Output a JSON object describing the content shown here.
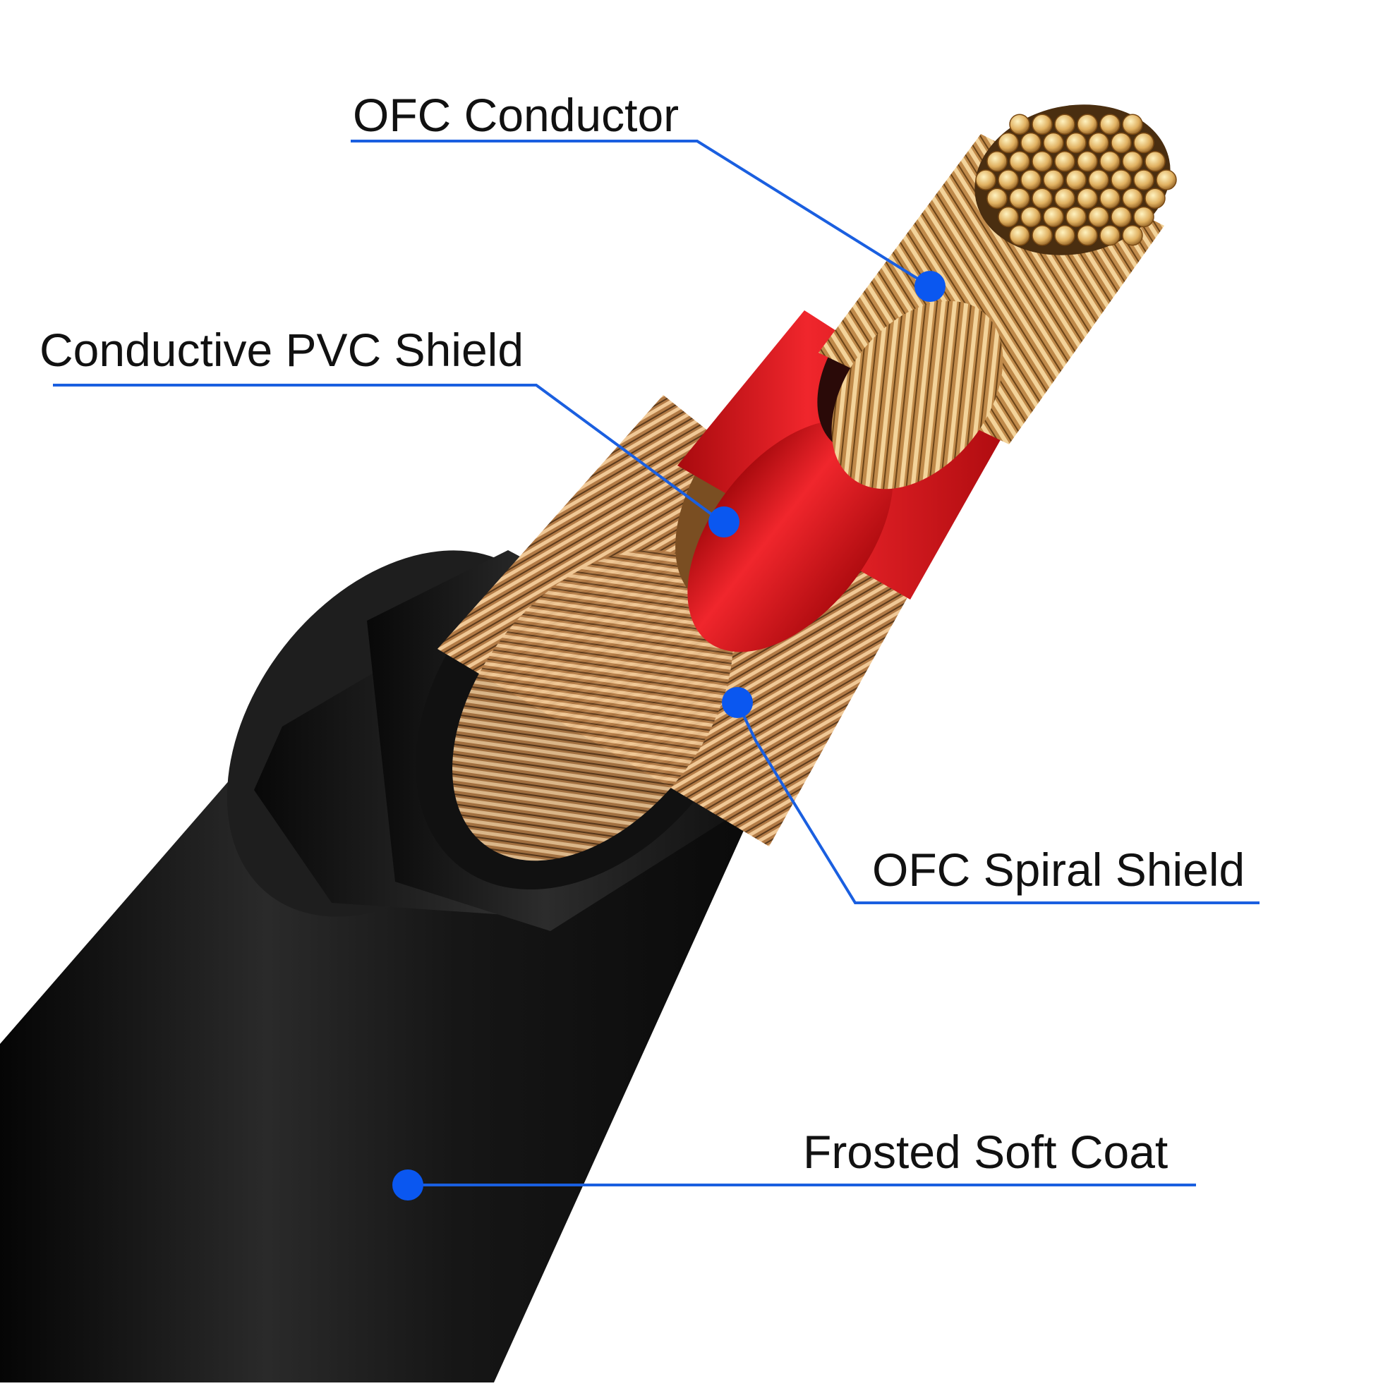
{
  "colors": {
    "background": "#ffffff",
    "leader": "#1a5fe0",
    "dot": "#0a57f0",
    "jacket": "#141414",
    "inner_jacket": "#1c1c1c",
    "copper": "#c8955a",
    "pvc_shield": "#e0141a",
    "label_text": "#111111"
  },
  "labels": {
    "conductor": "OFC Conductor",
    "pvc_shield": "Conductive PVC Shield",
    "spiral_shield": "OFC Spiral Shield",
    "soft_coat": "Frosted Soft Coat"
  },
  "icons": {
    "marker": "dot-marker-icon"
  }
}
